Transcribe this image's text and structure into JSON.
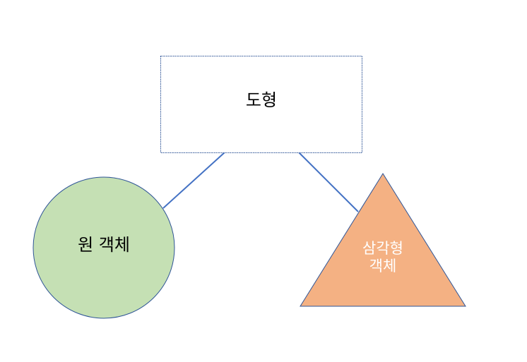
{
  "diagram": {
    "parent_node": {
      "label": "도형"
    },
    "child_nodes": [
      {
        "label": "원 객체",
        "shape": "circle"
      },
      {
        "label": "삼각형\n객체",
        "shape": "triangle"
      }
    ]
  },
  "colors": {
    "connector": "#4472C4",
    "parent_border": "#2F5597",
    "circle_fill": "#C5E0B4",
    "circle_border": "#2F5597",
    "triangle_fill": "#F4B183",
    "triangle_text": "#FFFFFF",
    "text": "#000000"
  }
}
